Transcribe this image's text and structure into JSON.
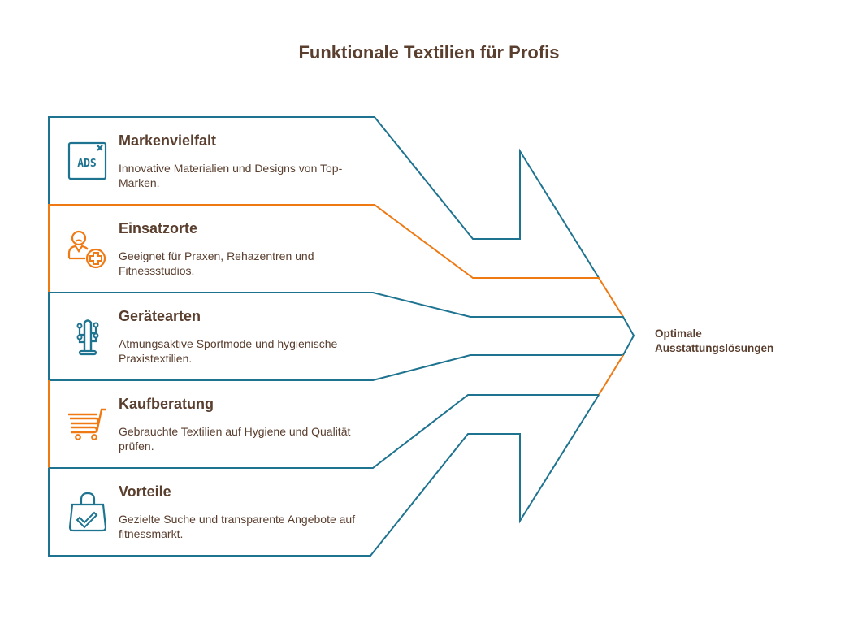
{
  "title": "Funktionale Textilien für Profis",
  "colors": {
    "teal": "#1e7390",
    "orange": "#ef7a14",
    "text": "#5a3e2e"
  },
  "items": [
    {
      "title": "Markenvielfalt",
      "description": "Innovative Materialien und Designs von Top-Marken.",
      "icon": "ads-icon",
      "color": "teal"
    },
    {
      "title": "Einsatzorte",
      "description": "Geeignet für Praxen, Rehazentren und Fitnessstudios.",
      "icon": "person-plus-icon",
      "color": "orange"
    },
    {
      "title": "Gerätearten",
      "description": "Atmungsaktive Sportmode und hygienische Praxistextilien.",
      "icon": "coat-rack-icon",
      "color": "teal"
    },
    {
      "title": "Kaufberatung",
      "description": "Gebrauchte Textilien auf Hygiene und Qualität prüfen.",
      "icon": "shopping-cart-icon",
      "color": "orange"
    },
    {
      "title": "Vorteile",
      "description": "Gezielte Suche und transparente Angebote auf fitnessmarkt.",
      "icon": "shopping-bag-check-icon",
      "color": "teal"
    }
  ],
  "goal": {
    "line1": "Optimale",
    "line2": "Ausstattungslösungen"
  }
}
